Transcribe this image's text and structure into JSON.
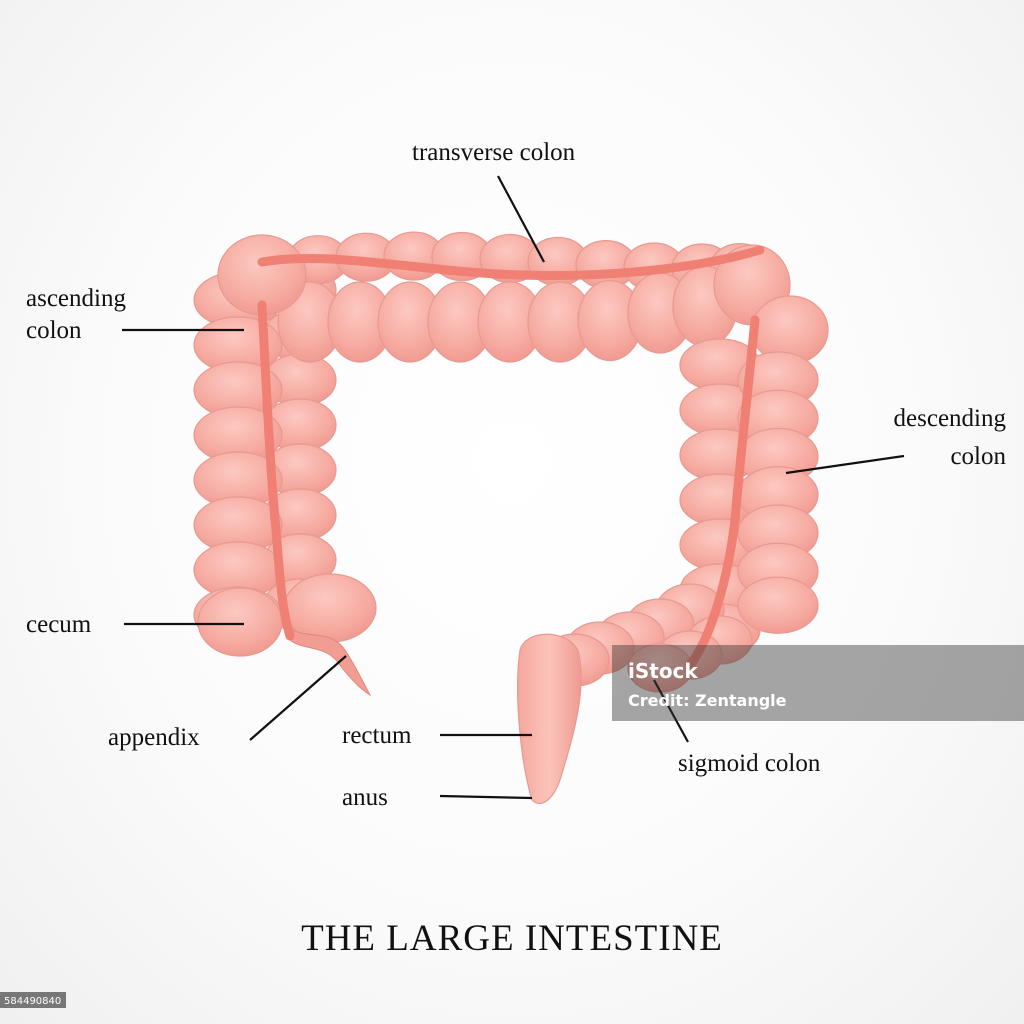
{
  "labels": {
    "transverse_colon": "transverse colon",
    "ascending_colon_line1": "ascending",
    "ascending_colon_line2": "colon",
    "descending_colon_line1": "descending",
    "descending_colon_line2": "colon",
    "cecum": "cecum",
    "appendix": "appendix",
    "rectum": "rectum",
    "anus": "anus",
    "sigmoid_colon": "sigmoid colon"
  },
  "title": "THE LARGE INTESTINE",
  "watermark": {
    "brand": "iStock",
    "credit": "Credit: Zentangle"
  },
  "stock_id": "584490840",
  "colors": {
    "tissue_light": "#fbc2bb",
    "tissue_mid": "#f4a49a",
    "band": "#f07f74",
    "text": "#111111"
  }
}
